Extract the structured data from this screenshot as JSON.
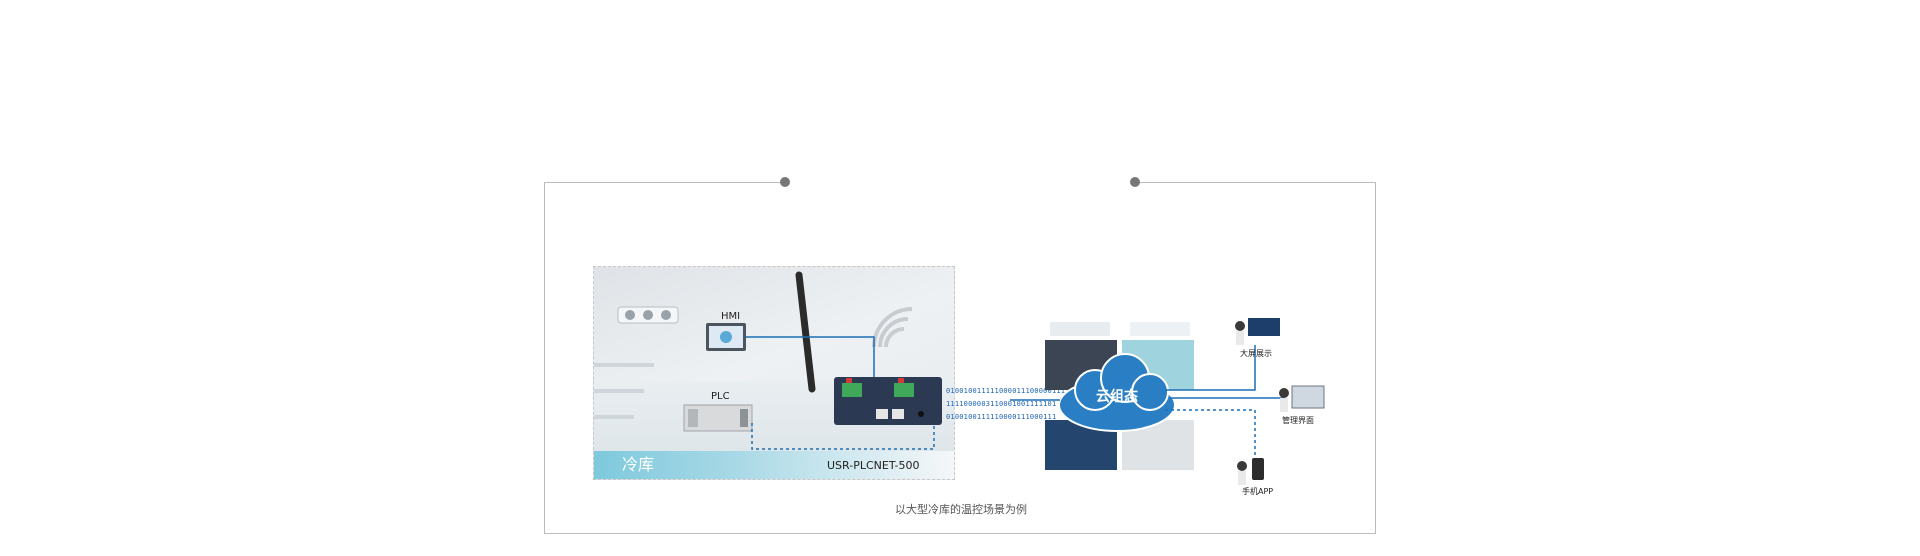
{
  "scene": {
    "title": "冷库",
    "hmi_label": "HMI",
    "plc_label": "PLC",
    "device_label": "USR-PLCNET-500"
  },
  "binary_lines": [
    "0100100111110000111000001111",
    "1111000003110001001111101",
    "0100100111110000111000111"
  ],
  "cloud": {
    "label": "云组态"
  },
  "endpoints": [
    {
      "label": "大屏展示"
    },
    {
      "label": "管理界面"
    },
    {
      "label": "手机APP"
    }
  ],
  "caption": "以大型冷库的温控场景为例",
  "colors": {
    "line": "#1a6fb5",
    "cloud": "#2a7fc4",
    "frame": "#bcbcbc"
  }
}
